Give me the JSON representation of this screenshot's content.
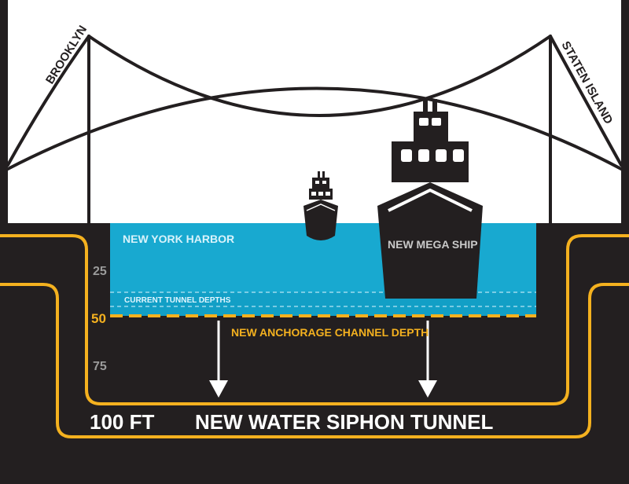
{
  "labels": {
    "left_shore": "BROOKLYN",
    "right_shore": "STATEN ISLAND",
    "harbor": "NEW YORK HARBOR",
    "mega_ship": "NEW MEGA SHIP",
    "current_depth": "CURRENT TUNNEL DEPTHS",
    "new_channel_depth": "NEW ANCHORAGE CHANNEL DEPTH",
    "tunnel": "NEW WATER SIPHON TUNNEL"
  },
  "depth_scale": {
    "d25": "25",
    "d50": "50",
    "d75": "75",
    "d100": "100 FT"
  },
  "colors": {
    "ground": "#231f20",
    "water": "#129fc6",
    "tunnel": "#f4b11f",
    "sky": "#ffffff"
  },
  "icons": [
    "bridge-icon",
    "small-ship-icon",
    "mega-ship-icon",
    "down-arrow-icon"
  ]
}
